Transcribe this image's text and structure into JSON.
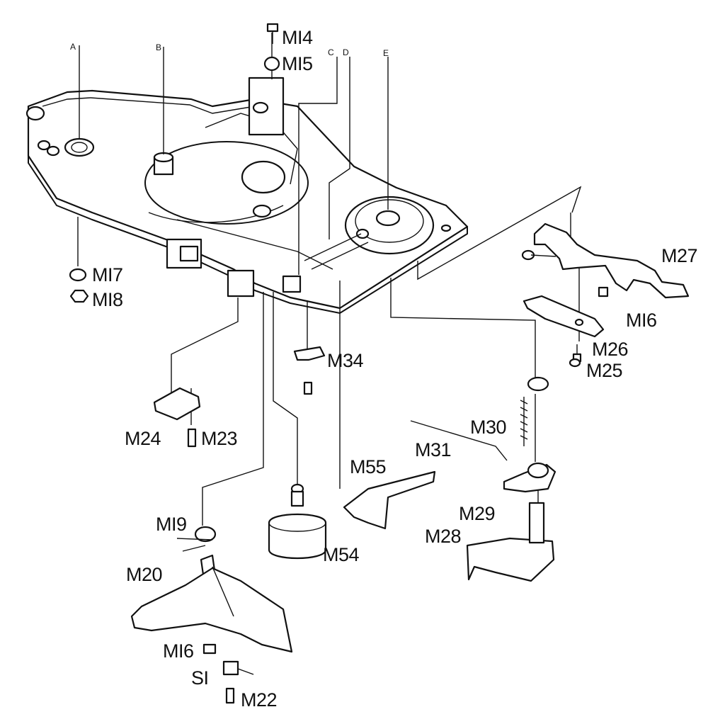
{
  "labels": {
    "A": "A",
    "B": "B",
    "C": "C",
    "D": "D",
    "E": "E",
    "M14": "MI4",
    "M15": "MI5",
    "M16a": "MI6",
    "M16b": "MI6",
    "M17": "MI7",
    "M18": "MI8",
    "M19": "MI9",
    "M20": "M20",
    "M22": "M22",
    "M23": "M23",
    "M24": "M24",
    "M25": "M25",
    "M26": "M26",
    "M27": "M27",
    "M28": "M28",
    "M29": "M29",
    "M30": "M30",
    "M31": "M31",
    "M34": "M34",
    "M54": "M54",
    "M55": "M55",
    "S1": "SI"
  }
}
